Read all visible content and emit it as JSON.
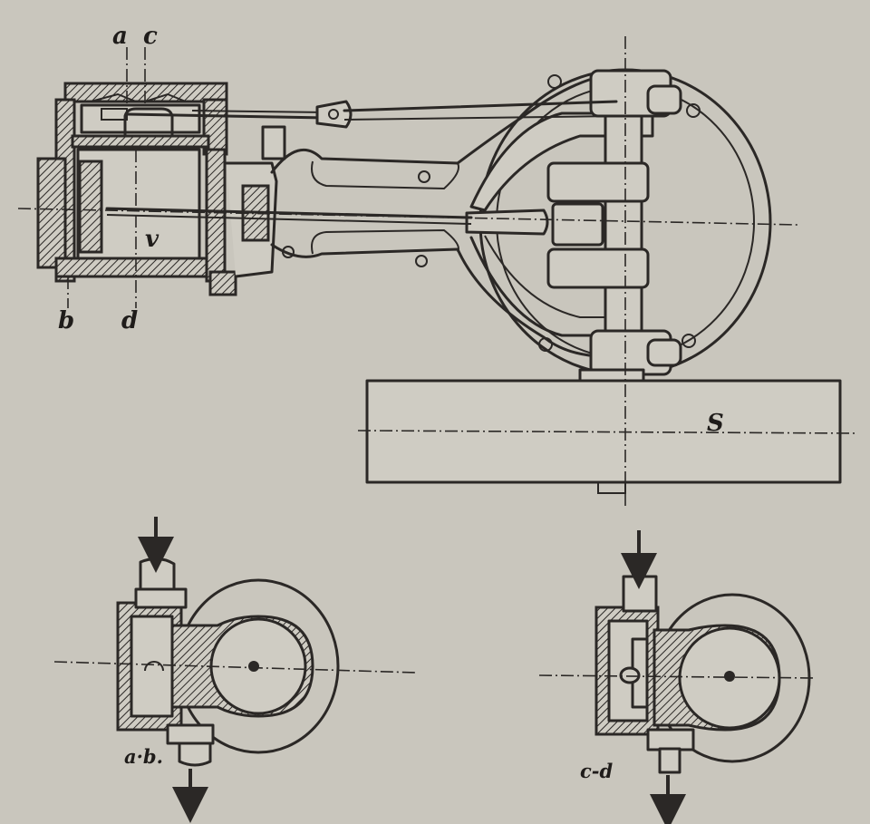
{
  "labels": {
    "a": "a",
    "c": "c",
    "b": "b",
    "d": "d",
    "v": "v",
    "s": "S",
    "ab": "a·b.",
    "cd": "c-d"
  },
  "colors": {
    "paper": "#c9c6bd",
    "ink": "#2b2826"
  }
}
